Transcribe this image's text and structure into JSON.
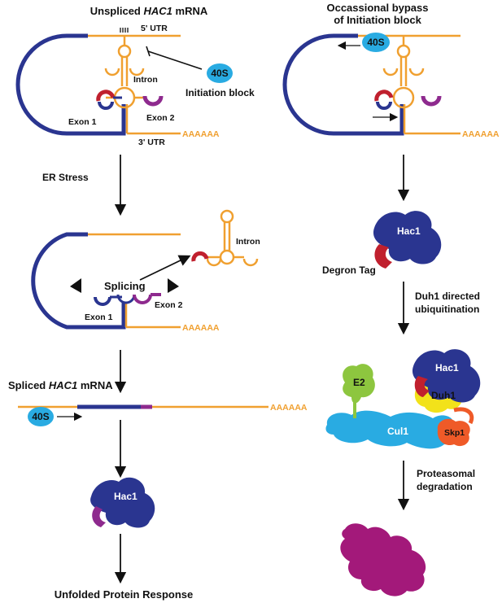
{
  "colors": {
    "exon_blue": "#2a3590",
    "utr_orange": "#f0a030",
    "exon2_purple": "#8e2a8e",
    "degron_red": "#c0202e",
    "ribosome_cyan": "#29abe2",
    "cul1_blue": "#29abe2",
    "e2_green": "#8dc63f",
    "duh1_yellow": "#f2e21a",
    "skp1_orange": "#ef5a28",
    "proteasome_magenta": "#a3197a"
  },
  "left": {
    "title_prefix": "Unspliced ",
    "title_gene": "HAC1",
    "title_suffix": " mRNA",
    "utr5": "5' UTR",
    "intron": "Intron",
    "ribosome": "40S",
    "initiation_block": "Initiation block",
    "exon1": "Exon 1",
    "exon2": "Exon 2",
    "utr3": "3' UTR",
    "polyA": "AAAAAA",
    "er_stress": "ER Stress",
    "splicing": "Splicing",
    "intron_released": "Intron",
    "exon1_b": "Exon 1",
    "exon2_b": "Exon 2",
    "polyA_b": "AAAAAA",
    "spliced_prefix": "Spliced ",
    "spliced_gene": "HAC1",
    "spliced_suffix": " mRNA",
    "ribosome_b": "40S",
    "polyA_c": "AAAAAA",
    "hac1": "Hac1",
    "upr": "Unfolded Protein Response"
  },
  "right": {
    "bypass_line1": "Occassional bypass",
    "bypass_line2": "of Initiation block",
    "ribosome": "40S",
    "polyA": "AAAAAA",
    "hac1": "Hac1",
    "degron": "Degron Tag",
    "duh1_line1": "Duh1 directed",
    "duh1_line2": "ubiquitination",
    "e2": "E2",
    "hac1_b": "Hac1",
    "duh1": "Duh1",
    "cul1": "Cul1",
    "skp1": "Skp1",
    "proteasomal_line1": "Proteasomal",
    "proteasomal_line2": "degradation"
  }
}
